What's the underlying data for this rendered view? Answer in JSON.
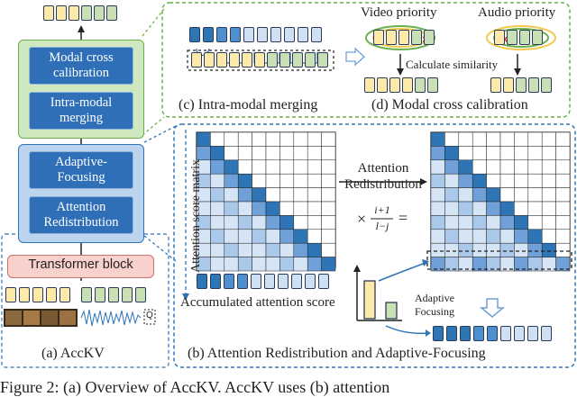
{
  "left": {
    "modal_cross": "Modal cross\ncalibration",
    "intra_modal": "Intra-modal\nmerging",
    "adaptive": "Adaptive-\nFocusing",
    "attention": "Attention\nRedistribution",
    "transformer": "Transformer block",
    "caption": "(a) AccKV",
    "q_label": "Q"
  },
  "top": {
    "video_priority": "Video priority",
    "audio_priority": "Audio priority",
    "calc_similarity": "Calculate similarity",
    "caption_c": "(c) Intra-modal merging",
    "caption_d": "(d) Modal cross calibration"
  },
  "bottom": {
    "matrix_label": "Attention score matrix",
    "redistribution_label": "Attention\nRedistribution",
    "formula_prefix": "×",
    "formula_num": "i+1",
    "formula_den": "l−j",
    "formula_eq": "=",
    "accumulated": "Accumulated attention score",
    "adaptive_focusing": "Adaptive\nFocusing",
    "caption_b": "(b) Attention Redistribution and Adaptive-Focusing"
  },
  "figure_caption": "Figure 2: (a) Overview of AccKV. AccKV uses (b) attention"
}
